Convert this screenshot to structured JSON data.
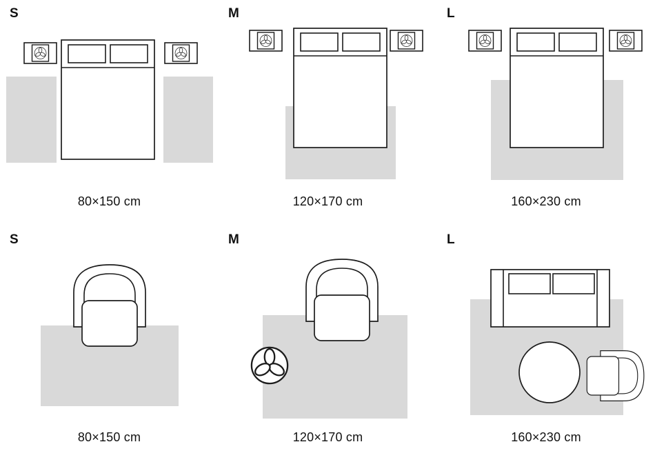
{
  "colors": {
    "rug": "#d9d9d9",
    "outline": "#1c1c1c",
    "text": "#111111"
  },
  "icons": {
    "plant": "plant-icon",
    "nightstand": "nightstand-icon",
    "bed": "bed-icon",
    "armchair": "armchair-icon",
    "sofa": "sofa-icon",
    "round_table": "round-table-icon"
  },
  "rows": [
    {
      "cells": [
        {
          "label": "S",
          "size": "80×150 cm"
        },
        {
          "label": "M",
          "size": "120×170 cm"
        },
        {
          "label": "L",
          "size": "160×230 cm"
        }
      ]
    },
    {
      "cells": [
        {
          "label": "S",
          "size": "80×150 cm"
        },
        {
          "label": "M",
          "size": "120×170 cm"
        },
        {
          "label": "L",
          "size": "160×230 cm"
        }
      ]
    }
  ]
}
